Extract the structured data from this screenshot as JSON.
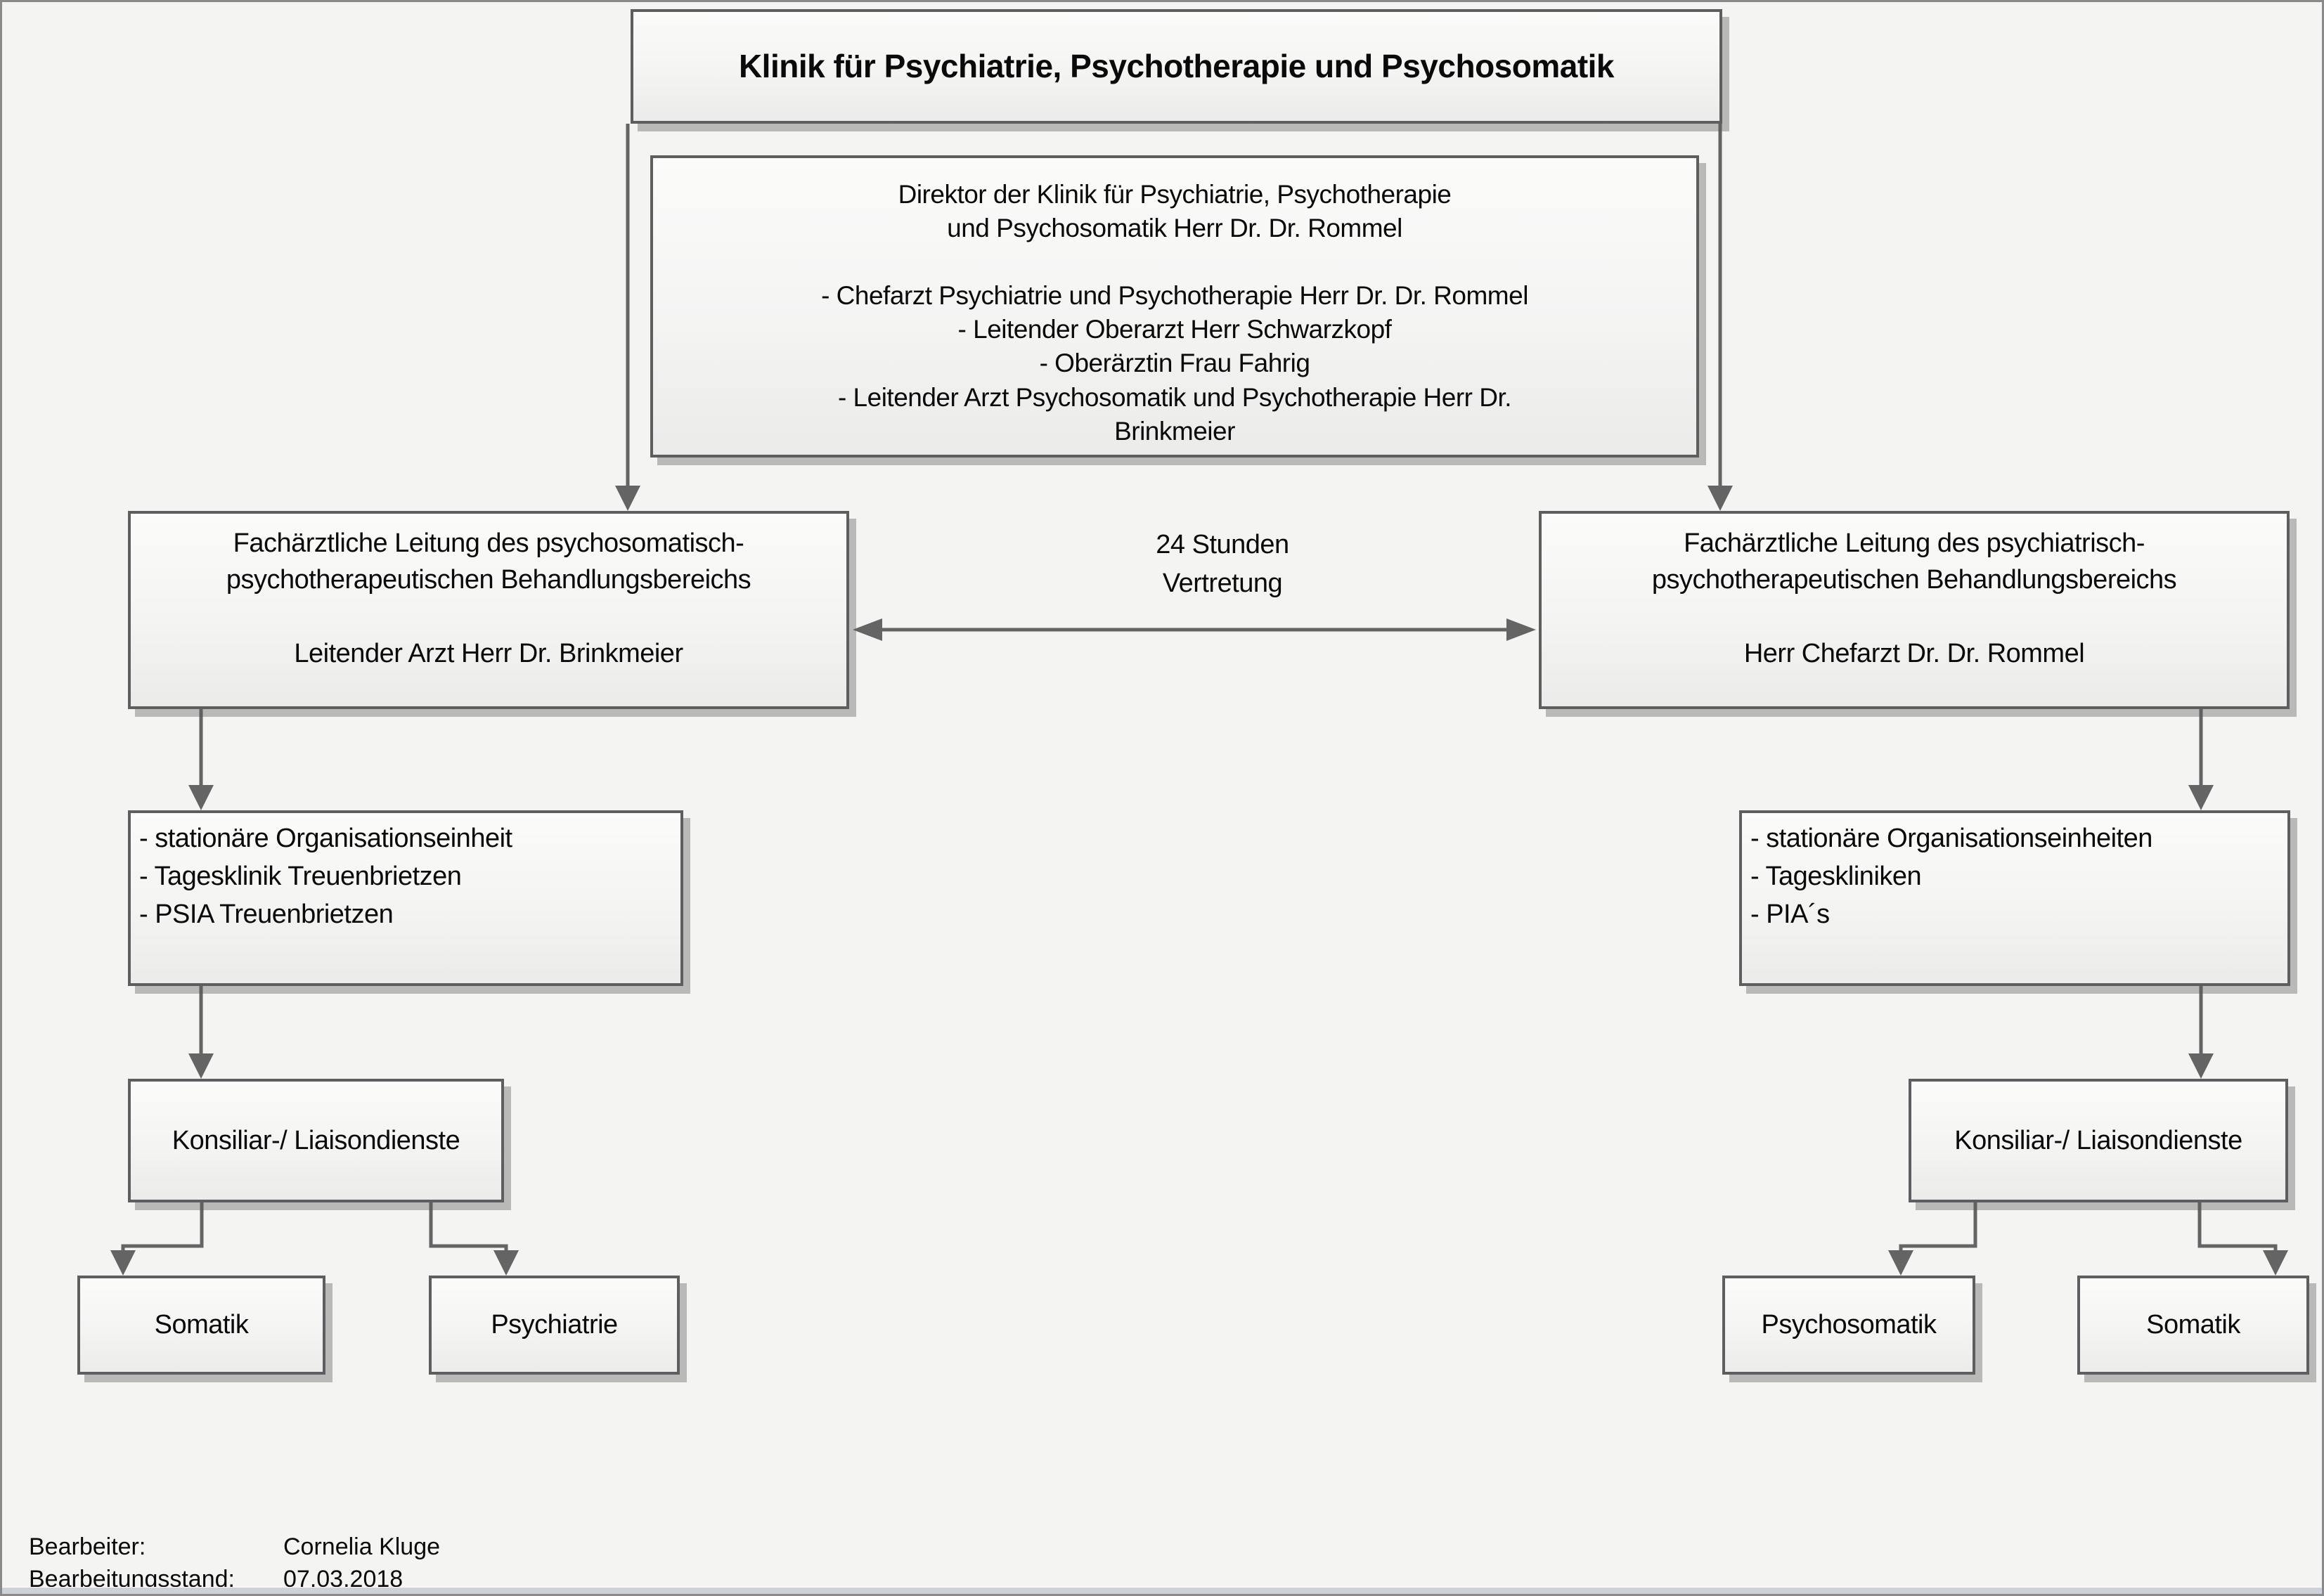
{
  "title": "Klinik für Psychiatrie, Psychotherapie und Psychosomatik",
  "direktion": {
    "text": "Direktor der Klinik für Psychiatrie, Psychotherapie\nund Psychosomatik Herr Dr. Dr. Rommel\n\n- Chefarzt Psychiatrie und Psychotherapie Herr Dr. Dr. Rommel\n- Leitender Oberarzt Herr Schwarzkopf\n- Oberärztin Frau Fahrig\n- Leitender Arzt Psychosomatik und Psychotherapie Herr Dr.\nBrinkmeier"
  },
  "vertretung_label": "24 Stunden\nVertretung",
  "left_branch": {
    "leitung": "Fachärztliche Leitung des psychosomatisch-\npsychotherapeutischen Behandlungsbereichs\n\nLeitender Arzt Herr Dr. Brinkmeier",
    "einheiten": "- stationäre Organisationseinheit\n- Tagesklinik Treuenbrietzen\n- PSIA Treuenbrietzen",
    "konsiliar": "Konsiliar-/ Liaisondienste",
    "leaf1": "Somatik",
    "leaf2": "Psychiatrie"
  },
  "right_branch": {
    "leitung": "Fachärztliche Leitung des psychiatrisch-\npsychotherapeutischen Behandlungsbereichs\n\nHerr Chefarzt Dr. Dr. Rommel",
    "einheiten": "- stationäre Organisationseinheiten\n- Tageskliniken\n- PIA´s",
    "konsiliar": "Konsiliar-/ Liaisondienste",
    "leaf1": "Psychosomatik",
    "leaf2": "Somatik"
  },
  "footer": {
    "label1": "Bearbeiter:",
    "value1": "Cornelia Kluge",
    "label2": "Bearbeitungsstand:",
    "value2": "07.03.2018"
  },
  "colors": {
    "background": "#f4f4f3",
    "box_border": "#5d5e60",
    "box_fill_top": "#fbfbfa",
    "box_fill_bottom": "#ebebea",
    "connector": "#646464",
    "text": "#0a0a0a",
    "bottom_strip": "#cdd2d9"
  }
}
